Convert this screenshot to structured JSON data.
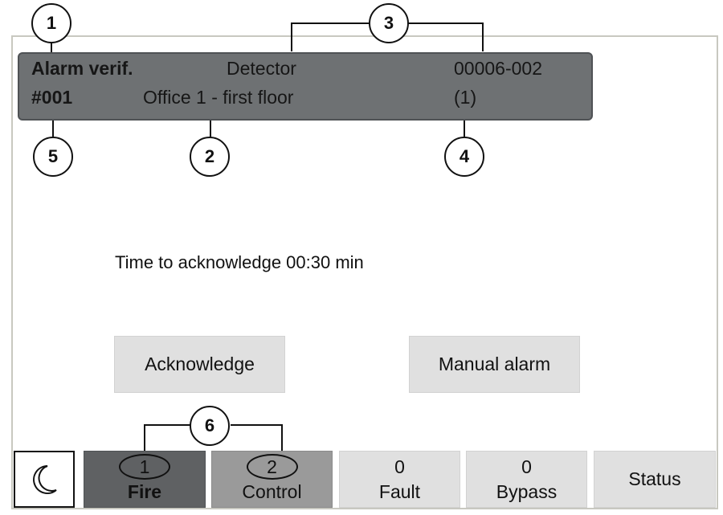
{
  "alarm": {
    "type": "Alarm verif.",
    "device": "Detector",
    "address": "00006-002",
    "number": "#001",
    "location": "Office 1 - first floor",
    "count": "(1)"
  },
  "callouts": [
    "1",
    "2",
    "3",
    "4",
    "5",
    "6"
  ],
  "time_text": "Time to acknowledge 00:30 min",
  "buttons": {
    "acknowledge": "Acknowledge",
    "manual_alarm": "Manual alarm"
  },
  "icons": {
    "night_mode": "moon-icon"
  },
  "tabs": [
    {
      "count": "1",
      "label": "Fire"
    },
    {
      "count": "2",
      "label": "Control"
    },
    {
      "count": "0",
      "label": "Fault"
    },
    {
      "count": "0",
      "label": "Bypass"
    },
    {
      "count": "",
      "label": "Status"
    }
  ],
  "colors": {
    "panel_bg": "#6e7173",
    "fire_tab": "#5f6163",
    "control_tab": "#9a9a9a",
    "neutral_tab": "#e0e0e0"
  }
}
